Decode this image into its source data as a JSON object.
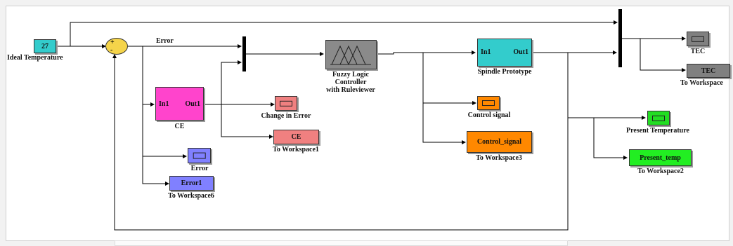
{
  "blocks": {
    "ideal_temp": {
      "value": "27",
      "label": "Ideal Temperature"
    },
    "error_line_label": "Error",
    "fuzzy": {
      "label_line1": "Fuzzy Logic",
      "label_line2": "Controller",
      "label_line3": "with Ruleviewer"
    },
    "ce_subsystem": {
      "in_port": "In1",
      "out_port": "Out1",
      "label": "CE"
    },
    "change_in_error": {
      "label": "Change in Error"
    },
    "ce_workspace": {
      "value": "CE",
      "label": "To Workspace1"
    },
    "error_scope": {
      "label": "Error"
    },
    "error_workspace": {
      "value": "Error1",
      "label": "To Workspace6"
    },
    "spindle": {
      "in_port": "In1",
      "out_port": "Out1",
      "label": "Spindle Prototype"
    },
    "control_signal_scope": {
      "label": "Control signal"
    },
    "control_workspace": {
      "value": "Control_signal",
      "label": "To Workspace3"
    },
    "present_temp_scope": {
      "label": "Present Temperature"
    },
    "present_workspace": {
      "value": "Present_temp",
      "label": "To Workspace2"
    },
    "tec_scope": {
      "label": "TEC"
    },
    "tec_workspace": {
      "value": "TEC",
      "label": "To Workspace"
    }
  },
  "colors": {
    "constant": "#33cccc",
    "sum": "#f5d44a",
    "fuzzy": "#8a8a8a",
    "ce_subsystem": "#ff44cc",
    "change_in_error": "#f08080",
    "ce_workspace": "#f08080",
    "error_scope": "#8080ff",
    "error_workspace": "#8080ff",
    "spindle": "#33cccc",
    "control_scope": "#ff8800",
    "control_workspace": "#ff8800",
    "present_scope": "#22dd22",
    "present_workspace": "#22ee22",
    "tec_scope": "#808080",
    "tec_workspace": "#808080"
  }
}
